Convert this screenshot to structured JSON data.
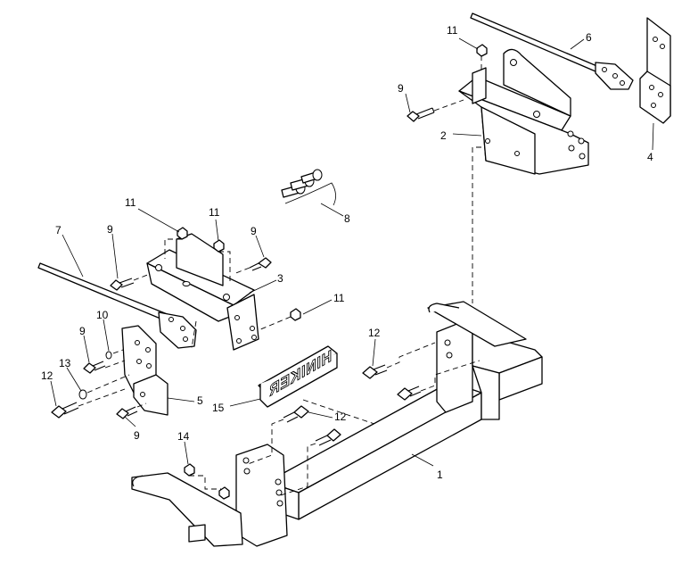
{
  "diagram": {
    "callouts": [
      {
        "id": "c1",
        "text": "1"
      },
      {
        "id": "c2",
        "text": "2"
      },
      {
        "id": "c3",
        "text": "3"
      },
      {
        "id": "c4",
        "text": "4"
      },
      {
        "id": "c5",
        "text": "5"
      },
      {
        "id": "c6",
        "text": "6"
      },
      {
        "id": "c7",
        "text": "7"
      },
      {
        "id": "c8",
        "text": "8"
      },
      {
        "id": "c9a",
        "text": "9"
      },
      {
        "id": "c9b",
        "text": "9"
      },
      {
        "id": "c9c",
        "text": "9"
      },
      {
        "id": "c9d",
        "text": "9"
      },
      {
        "id": "c9e",
        "text": "9"
      },
      {
        "id": "c10",
        "text": "10"
      },
      {
        "id": "c11a",
        "text": "11"
      },
      {
        "id": "c11b",
        "text": "11"
      },
      {
        "id": "c11c",
        "text": "11"
      },
      {
        "id": "c11d",
        "text": "11"
      },
      {
        "id": "c12a",
        "text": "12"
      },
      {
        "id": "c12b",
        "text": "12"
      },
      {
        "id": "c12c",
        "text": "12"
      },
      {
        "id": "c13",
        "text": "13"
      },
      {
        "id": "c14",
        "text": "14"
      },
      {
        "id": "c15",
        "text": "15"
      }
    ],
    "logo_text": "HINIKER"
  }
}
